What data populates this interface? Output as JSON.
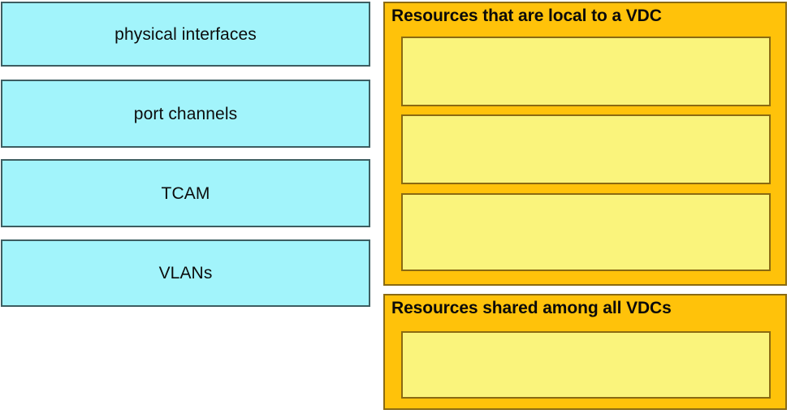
{
  "layout": {
    "kind": "drag-and-drop-question",
    "colors": {
      "source_fill": "#a2f4fb",
      "source_border": "#3d5d61",
      "panel_fill": "#ffc20a",
      "panel_border": "#8a6a12",
      "slot_fill": "#faf47c",
      "slot_border": "#8a6a12",
      "text": "#0a0a0a",
      "background": "#ffffff"
    }
  },
  "source_items": [
    {
      "label": "physical interfaces"
    },
    {
      "label": "port channels"
    },
    {
      "label": "TCAM"
    },
    {
      "label": "VLANs"
    }
  ],
  "target_panels": [
    {
      "title": "Resources that are local to a VDC",
      "slots": [
        {
          "value": ""
        },
        {
          "value": ""
        },
        {
          "value": ""
        }
      ]
    },
    {
      "title": "Resources shared among all VDCs",
      "slots": [
        {
          "value": ""
        }
      ]
    }
  ]
}
